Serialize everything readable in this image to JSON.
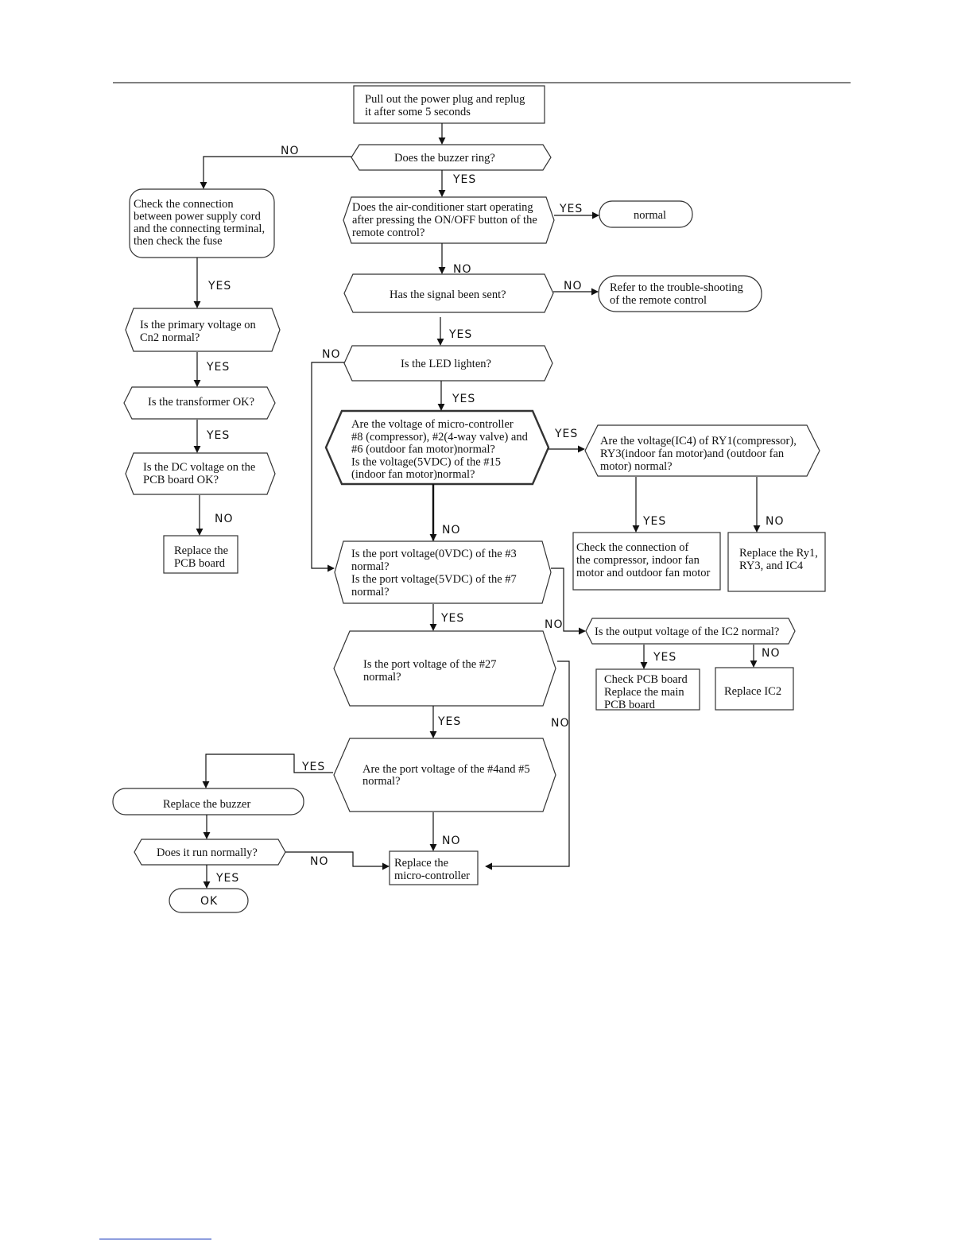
{
  "nodes": {
    "pull_plug": [
      "Pull out the power plug and replug",
      "it after some 5 seconds"
    ],
    "buzzer_ring": [
      "Does the buzzer ring?"
    ],
    "start_operating": [
      "Does the air-conditioner start operating",
      "after pressing the ON/OFF button of the",
      "remote control?"
    ],
    "normal": [
      "normal"
    ],
    "check_connection": [
      "Check the connection",
      "between power supply cord",
      "and the connecting terminal,",
      "then check the fuse"
    ],
    "signal_sent": [
      "Has the signal been sent?"
    ],
    "refer_remote": [
      "Refer to the trouble-shooting",
      "of the remote control"
    ],
    "primary_voltage": [
      "Is the primary voltage on",
      "Cn2 normal?"
    ],
    "led_lighten": [
      "Is the LED lighten?"
    ],
    "transformer_ok": [
      "Is the transformer OK?"
    ],
    "micro_voltage": [
      "Are the voltage of micro-controller",
      "#8 (compressor), #2(4-way valve) and",
      "#6 (outdoor fan motor)normal?",
      "Is the voltage(5VDC) of the #15",
      "(indoor fan motor)normal?"
    ],
    "ic4_voltage": [
      "Are the voltage(IC4) of RY1(compressor),",
      "RY3(indoor fan motor)and (outdoor fan",
      "motor) normal?"
    ],
    "dc_voltage": [
      "Is the DC voltage on the",
      "PCB board OK?"
    ],
    "check_compressor": [
      "Check the connection of",
      "the compressor, indoor fan",
      "motor and outdoor fan motor"
    ],
    "replace_ry": [
      "Replace the Ry1,",
      "RY3, and IC4"
    ],
    "replace_pcb": [
      "Replace the",
      "PCB board"
    ],
    "port_3_7": [
      "Is the port voltage(0VDC) of the #3",
      "normal?",
      "Is the port voltage(5VDC) of the #7",
      "normal?"
    ],
    "ic2_output": [
      "Is the output voltage of the IC2 normal?"
    ],
    "check_pcb": [
      "Check PCB board",
      "Replace the main",
      "PCB board"
    ],
    "replace_ic2": [
      "Replace IC2"
    ],
    "port_27": [
      "Is the port voltage of the #27",
      "normal?"
    ],
    "port_4_5": [
      "Are the port voltage of the #4and #5",
      "normal?"
    ],
    "replace_buzzer": [
      "Replace the buzzer"
    ],
    "run_normally": [
      "Does it run normally?"
    ],
    "replace_micro": [
      "Replace the",
      "micro-controller"
    ],
    "ok": [
      "OK"
    ]
  },
  "edge_labels": {
    "yes": "YES",
    "no": "NO"
  }
}
